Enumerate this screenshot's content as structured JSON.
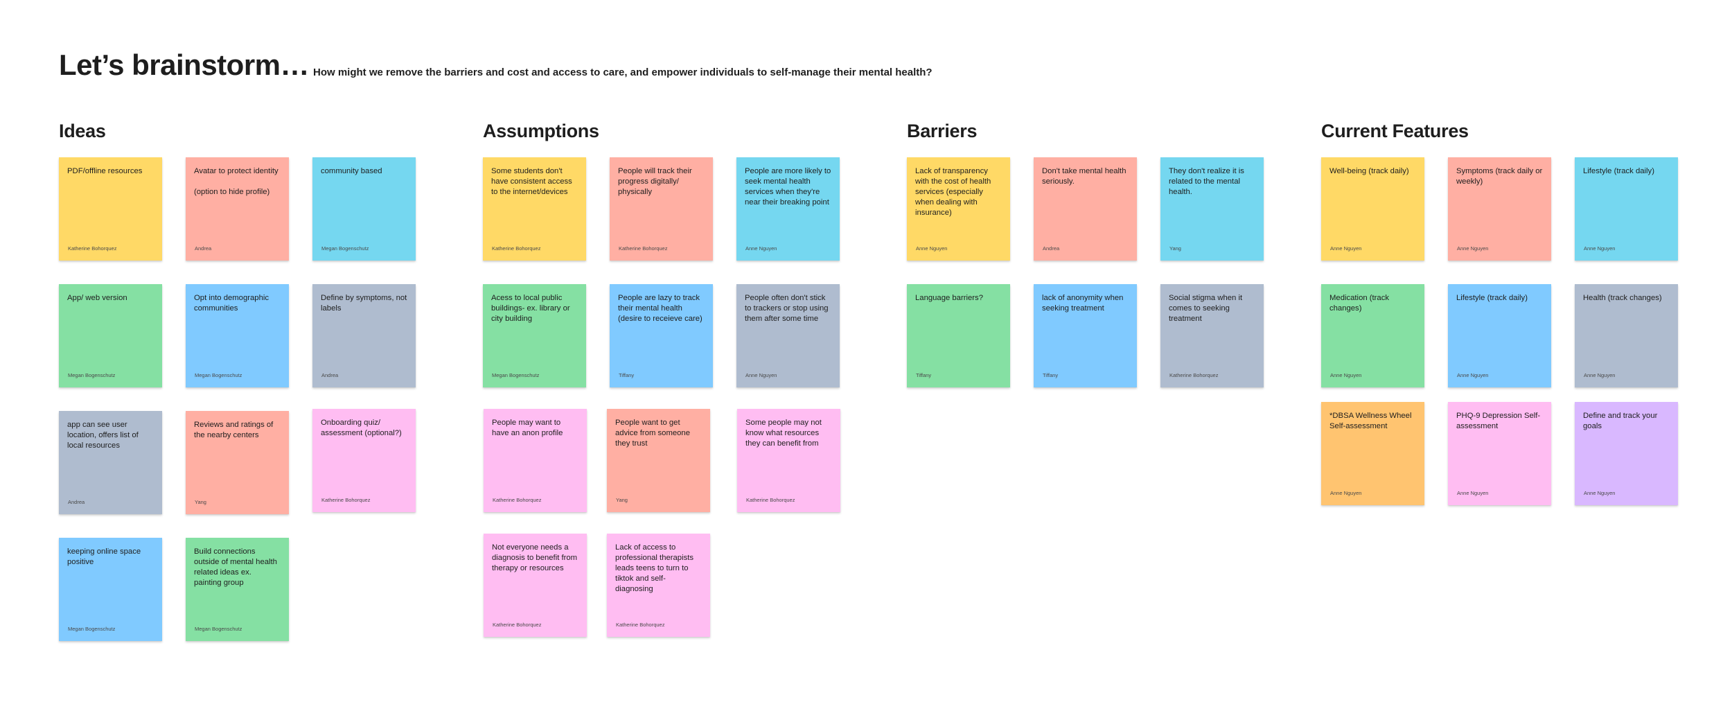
{
  "header": {
    "title": "Let’s brainstorm…",
    "question": "How might we remove the barriers and cost and access to care, and empower individuals to self-manage their mental health?"
  },
  "sections": {
    "ideas": {
      "title": "Ideas",
      "notes": [
        {
          "text": "PDF/offline resources",
          "author": "Katherine Bohorquez",
          "color": "#ffd966"
        },
        {
          "text": "Avatar to protect identity\n\n(option to hide profile)",
          "author": "Andrea",
          "color": "#ffafa3"
        },
        {
          "text": "community based",
          "author": "Megan Bogenschutz",
          "color": "#75d7f0"
        },
        {
          "text": "App/ web version",
          "author": "Megan Bogenschutz",
          "color": "#85e0a3"
        },
        {
          "text": "Opt into demographic communities",
          "author": "Megan Bogenschutz",
          "color": "#80caff"
        },
        {
          "text": "Define by symptoms, not labels",
          "author": "Andrea",
          "color": "#afbccf"
        },
        {
          "text": "app can see user location, offers list of local resources",
          "author": "Andrea",
          "color": "#afbccf"
        },
        {
          "text": "Reviews and ratings of the nearby centers",
          "author": "Yang",
          "color": "#ffafa3"
        },
        {
          "text": "Onboarding quiz/ assessment (optional?)",
          "author": "Katherine Bohorquez",
          "color": "#ffbdf2"
        },
        {
          "text": "keeping online space positive",
          "author": "Megan Bogenschutz",
          "color": "#80caff"
        },
        {
          "text": "Build connections outside of mental health related ideas ex. painting group",
          "author": "Megan Bogenschutz",
          "color": "#85e0a3"
        }
      ]
    },
    "assumptions": {
      "title": "Assumptions",
      "notes": [
        {
          "text": "Some students don't have consistent access to the internet/devices",
          "author": "Katherine Bohorquez",
          "color": "#ffd966"
        },
        {
          "text": "People will track their progress digitally/ physically",
          "author": "Katherine Bohorquez",
          "color": "#ffafa3"
        },
        {
          "text": "People are more likely to seek mental health services when they're near their breaking point",
          "author": "Anne Nguyen",
          "color": "#75d7f0"
        },
        {
          "text": "Acess to local public buildings- ex. library or city building",
          "author": "Megan Bogenschutz",
          "color": "#85e0a3"
        },
        {
          "text": "People are lazy to track their mental health (desire to receieve care)",
          "author": "Tiffany",
          "color": "#80caff"
        },
        {
          "text": "People often don't stick to trackers or stop using them after some time",
          "author": "Anne Nguyen",
          "color": "#afbccf"
        },
        {
          "text": "People may want to have an anon profile",
          "author": "Katherine Bohorquez",
          "color": "#ffbdf2"
        },
        {
          "text": "People want to get advice from someone they trust",
          "author": "Yang",
          "color": "#ffafa3"
        },
        {
          "text": "Some people may not know what resources they can benefit from",
          "author": "Katherine Bohorquez",
          "color": "#ffbdf2"
        },
        {
          "text": "Not everyone needs a diagnosis to benefit from therapy or resources",
          "author": "Katherine Bohorquez",
          "color": "#ffbdf2"
        },
        {
          "text": "Lack of access to professional therapists leads teens to turn to tiktok and self-diagnosing",
          "author": "Katherine Bohorquez",
          "color": "#ffbdf2"
        }
      ]
    },
    "barriers": {
      "title": "Barriers",
      "notes": [
        {
          "text": "Lack of transparency with the cost of health services (especially when dealing with insurance)",
          "author": "Anne Nguyen",
          "color": "#ffd966"
        },
        {
          "text": "Don't take mental health seriously.",
          "author": "Andrea",
          "color": "#ffafa3"
        },
        {
          "text": "They don't realize it is related to the mental health.",
          "author": "Yang",
          "color": "#75d7f0"
        },
        {
          "text": "Language barriers?",
          "author": "Tiffany",
          "color": "#85e0a3"
        },
        {
          "text": "lack of anonymity when seeking treatment",
          "author": "Tiffany",
          "color": "#80caff"
        },
        {
          "text": "Social stigma when it comes to seeking treatment",
          "author": "Katherine Bohorquez",
          "color": "#afbccf"
        }
      ]
    },
    "features": {
      "title": "Current Features",
      "notes": [
        {
          "text": "Well-being (track daily)",
          "author": "Anne Nguyen",
          "color": "#ffd966"
        },
        {
          "text": "Symptoms (track daily or weekly)",
          "author": "Anne Nguyen",
          "color": "#ffafa3"
        },
        {
          "text": "Lifestyle (track daily)",
          "author": "Anne Nguyen",
          "color": "#75d7f0"
        },
        {
          "text": "Medication (track changes)",
          "author": "Anne Nguyen",
          "color": "#85e0a3"
        },
        {
          "text": "Lifestyle (track daily)",
          "author": "Anne Nguyen",
          "color": "#80caff"
        },
        {
          "text": "Health (track changes)",
          "author": "Anne Nguyen",
          "color": "#afbccf"
        },
        {
          "text": "*DBSA Wellness Wheel Self-assessment",
          "author": "Anne Nguyen",
          "color": "#ffc470"
        },
        {
          "text": "PHQ-9 Depression Self-assessment",
          "author": "Anne Nguyen",
          "color": "#ffbdf2"
        },
        {
          "text": "Define and track your goals",
          "author": "Anne Nguyen",
          "color": "#d9b8ff"
        }
      ]
    }
  }
}
